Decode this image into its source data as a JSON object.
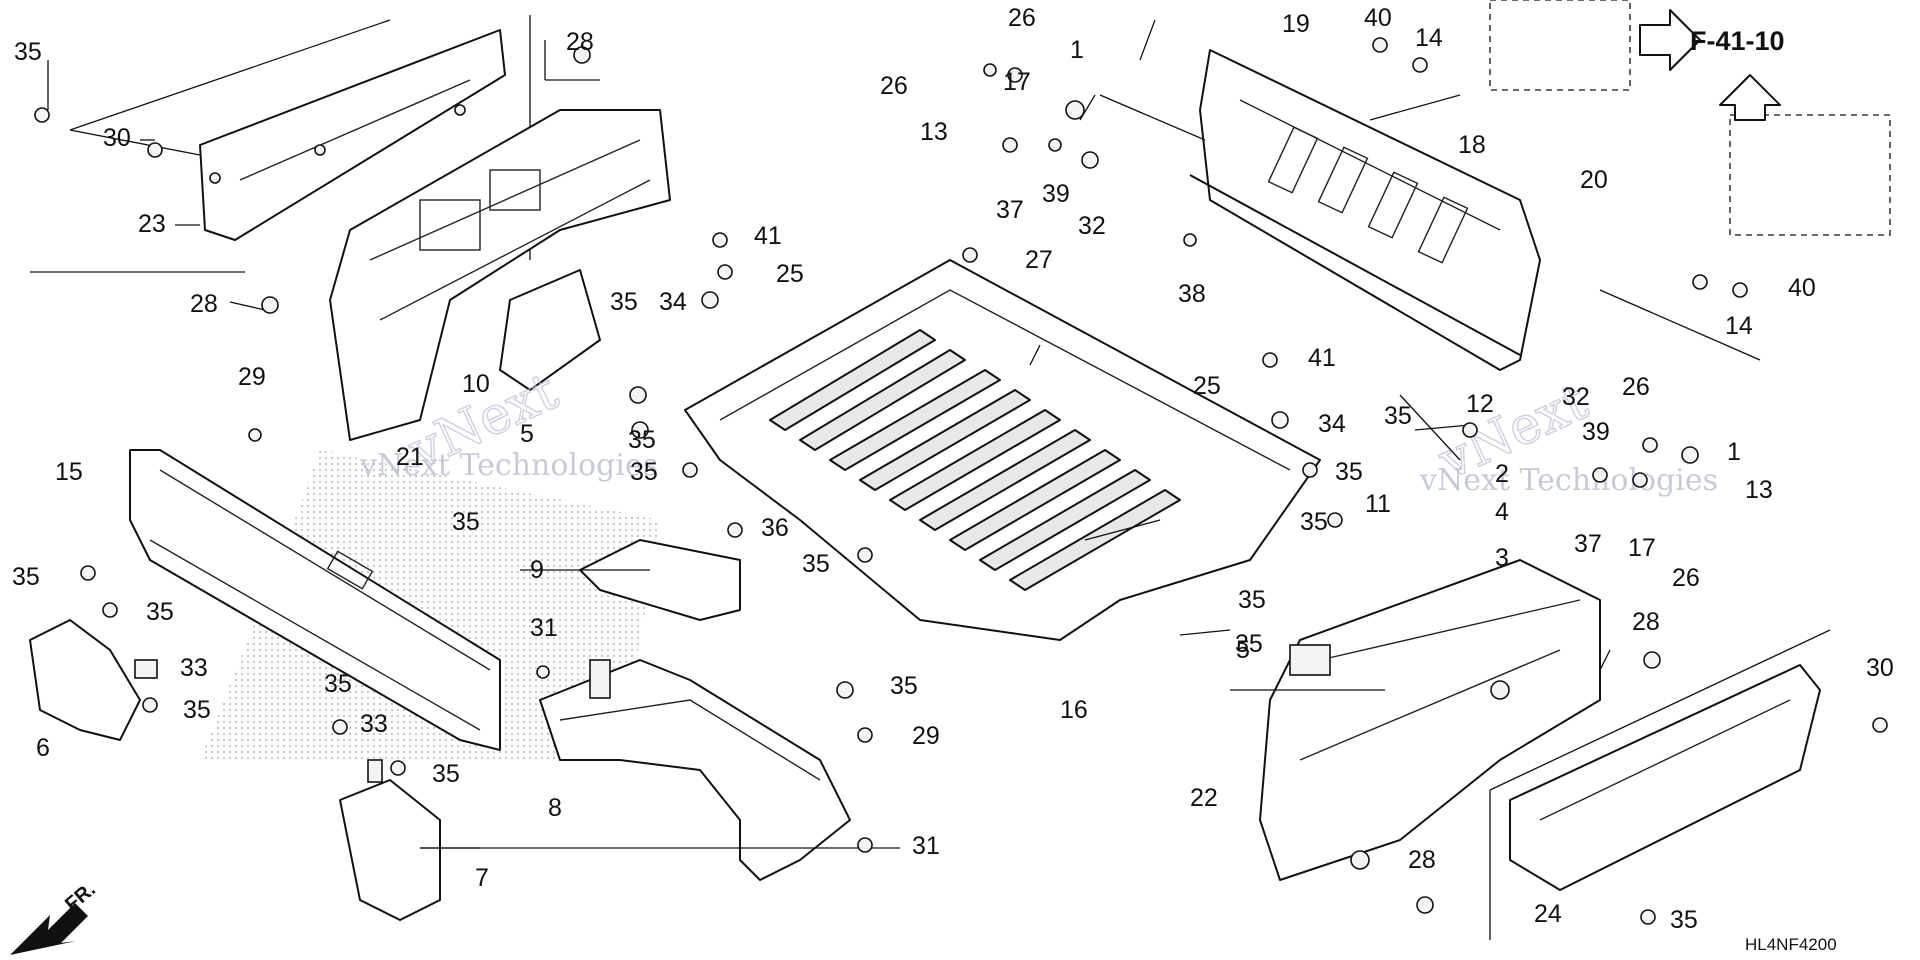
{
  "diagram": {
    "code": "HL4NF4200",
    "reference": "F-41-10",
    "front_label": "FR.",
    "watermark": "vNext Technologies",
    "watermark_short": "vNext"
  },
  "callouts": [
    {
      "id": "c35a",
      "label": "35"
    },
    {
      "id": "c30a",
      "label": "30"
    },
    {
      "id": "c23",
      "label": "23"
    },
    {
      "id": "c28a",
      "label": "28"
    },
    {
      "id": "c28b",
      "label": "28"
    },
    {
      "id": "c29a",
      "label": "29"
    },
    {
      "id": "c21",
      "label": "21"
    },
    {
      "id": "c15",
      "label": "15"
    },
    {
      "id": "c10",
      "label": "10"
    },
    {
      "id": "c5a",
      "label": "5"
    },
    {
      "id": "c35b",
      "label": "35"
    },
    {
      "id": "c35c",
      "label": "35"
    },
    {
      "id": "c41a",
      "label": "41"
    },
    {
      "id": "c25a",
      "label": "25"
    },
    {
      "id": "c34a",
      "label": "34"
    },
    {
      "id": "c26a",
      "label": "26"
    },
    {
      "id": "c26b",
      "label": "26"
    },
    {
      "id": "c13a",
      "label": "13"
    },
    {
      "id": "c17a",
      "label": "17"
    },
    {
      "id": "c1a",
      "label": "1"
    },
    {
      "id": "c37a",
      "label": "37"
    },
    {
      "id": "c39a",
      "label": "39"
    },
    {
      "id": "c32a",
      "label": "32"
    },
    {
      "id": "c27",
      "label": "27"
    },
    {
      "id": "c19",
      "label": "19"
    },
    {
      "id": "c40a",
      "label": "40"
    },
    {
      "id": "c14a",
      "label": "14"
    },
    {
      "id": "c18",
      "label": "18"
    },
    {
      "id": "c38",
      "label": "38"
    },
    {
      "id": "c20",
      "label": "20"
    },
    {
      "id": "c14b",
      "label": "14"
    },
    {
      "id": "c40b",
      "label": "40"
    },
    {
      "id": "c12",
      "label": "12"
    },
    {
      "id": "c41b",
      "label": "41"
    },
    {
      "id": "c25b",
      "label": "25"
    },
    {
      "id": "c34b",
      "label": "34"
    },
    {
      "id": "c35d",
      "label": "35"
    },
    {
      "id": "c35e",
      "label": "35"
    },
    {
      "id": "c2",
      "label": "2"
    },
    {
      "id": "c4",
      "label": "4"
    },
    {
      "id": "c3",
      "label": "3"
    },
    {
      "id": "c11",
      "label": "11"
    },
    {
      "id": "c35f",
      "label": "35"
    },
    {
      "id": "c35g",
      "label": "35"
    },
    {
      "id": "c32b",
      "label": "32"
    },
    {
      "id": "c39b",
      "label": "39"
    },
    {
      "id": "c26c",
      "label": "26"
    },
    {
      "id": "c1b",
      "label": "1"
    },
    {
      "id": "c13b",
      "label": "13"
    },
    {
      "id": "c37b",
      "label": "37"
    },
    {
      "id": "c17b",
      "label": "17"
    },
    {
      "id": "c26d",
      "label": "26"
    },
    {
      "id": "c35h",
      "label": "35"
    },
    {
      "id": "c35i",
      "label": "35"
    },
    {
      "id": "c36",
      "label": "36"
    },
    {
      "id": "c9",
      "label": "9"
    },
    {
      "id": "c35j",
      "label": "35"
    },
    {
      "id": "c16",
      "label": "16"
    },
    {
      "id": "c35k",
      "label": "35"
    },
    {
      "id": "c5b",
      "label": "5"
    },
    {
      "id": "c35l",
      "label": "35"
    },
    {
      "id": "c35m",
      "label": "35"
    },
    {
      "id": "c33a",
      "label": "33"
    },
    {
      "id": "c6",
      "label": "6"
    },
    {
      "id": "c35n",
      "label": "35"
    },
    {
      "id": "c35o",
      "label": "35"
    },
    {
      "id": "c33b",
      "label": "33"
    },
    {
      "id": "c35p",
      "label": "35"
    },
    {
      "id": "c7",
      "label": "7"
    },
    {
      "id": "c31a",
      "label": "31"
    },
    {
      "id": "c8",
      "label": "8"
    },
    {
      "id": "c35q",
      "label": "35"
    },
    {
      "id": "c29b",
      "label": "29"
    },
    {
      "id": "c31b",
      "label": "31"
    },
    {
      "id": "c28c",
      "label": "28"
    },
    {
      "id": "c30b",
      "label": "30"
    },
    {
      "id": "c22",
      "label": "22"
    },
    {
      "id": "c28d",
      "label": "28"
    },
    {
      "id": "c24",
      "label": "24"
    },
    {
      "id": "c35r",
      "label": "35"
    }
  ]
}
